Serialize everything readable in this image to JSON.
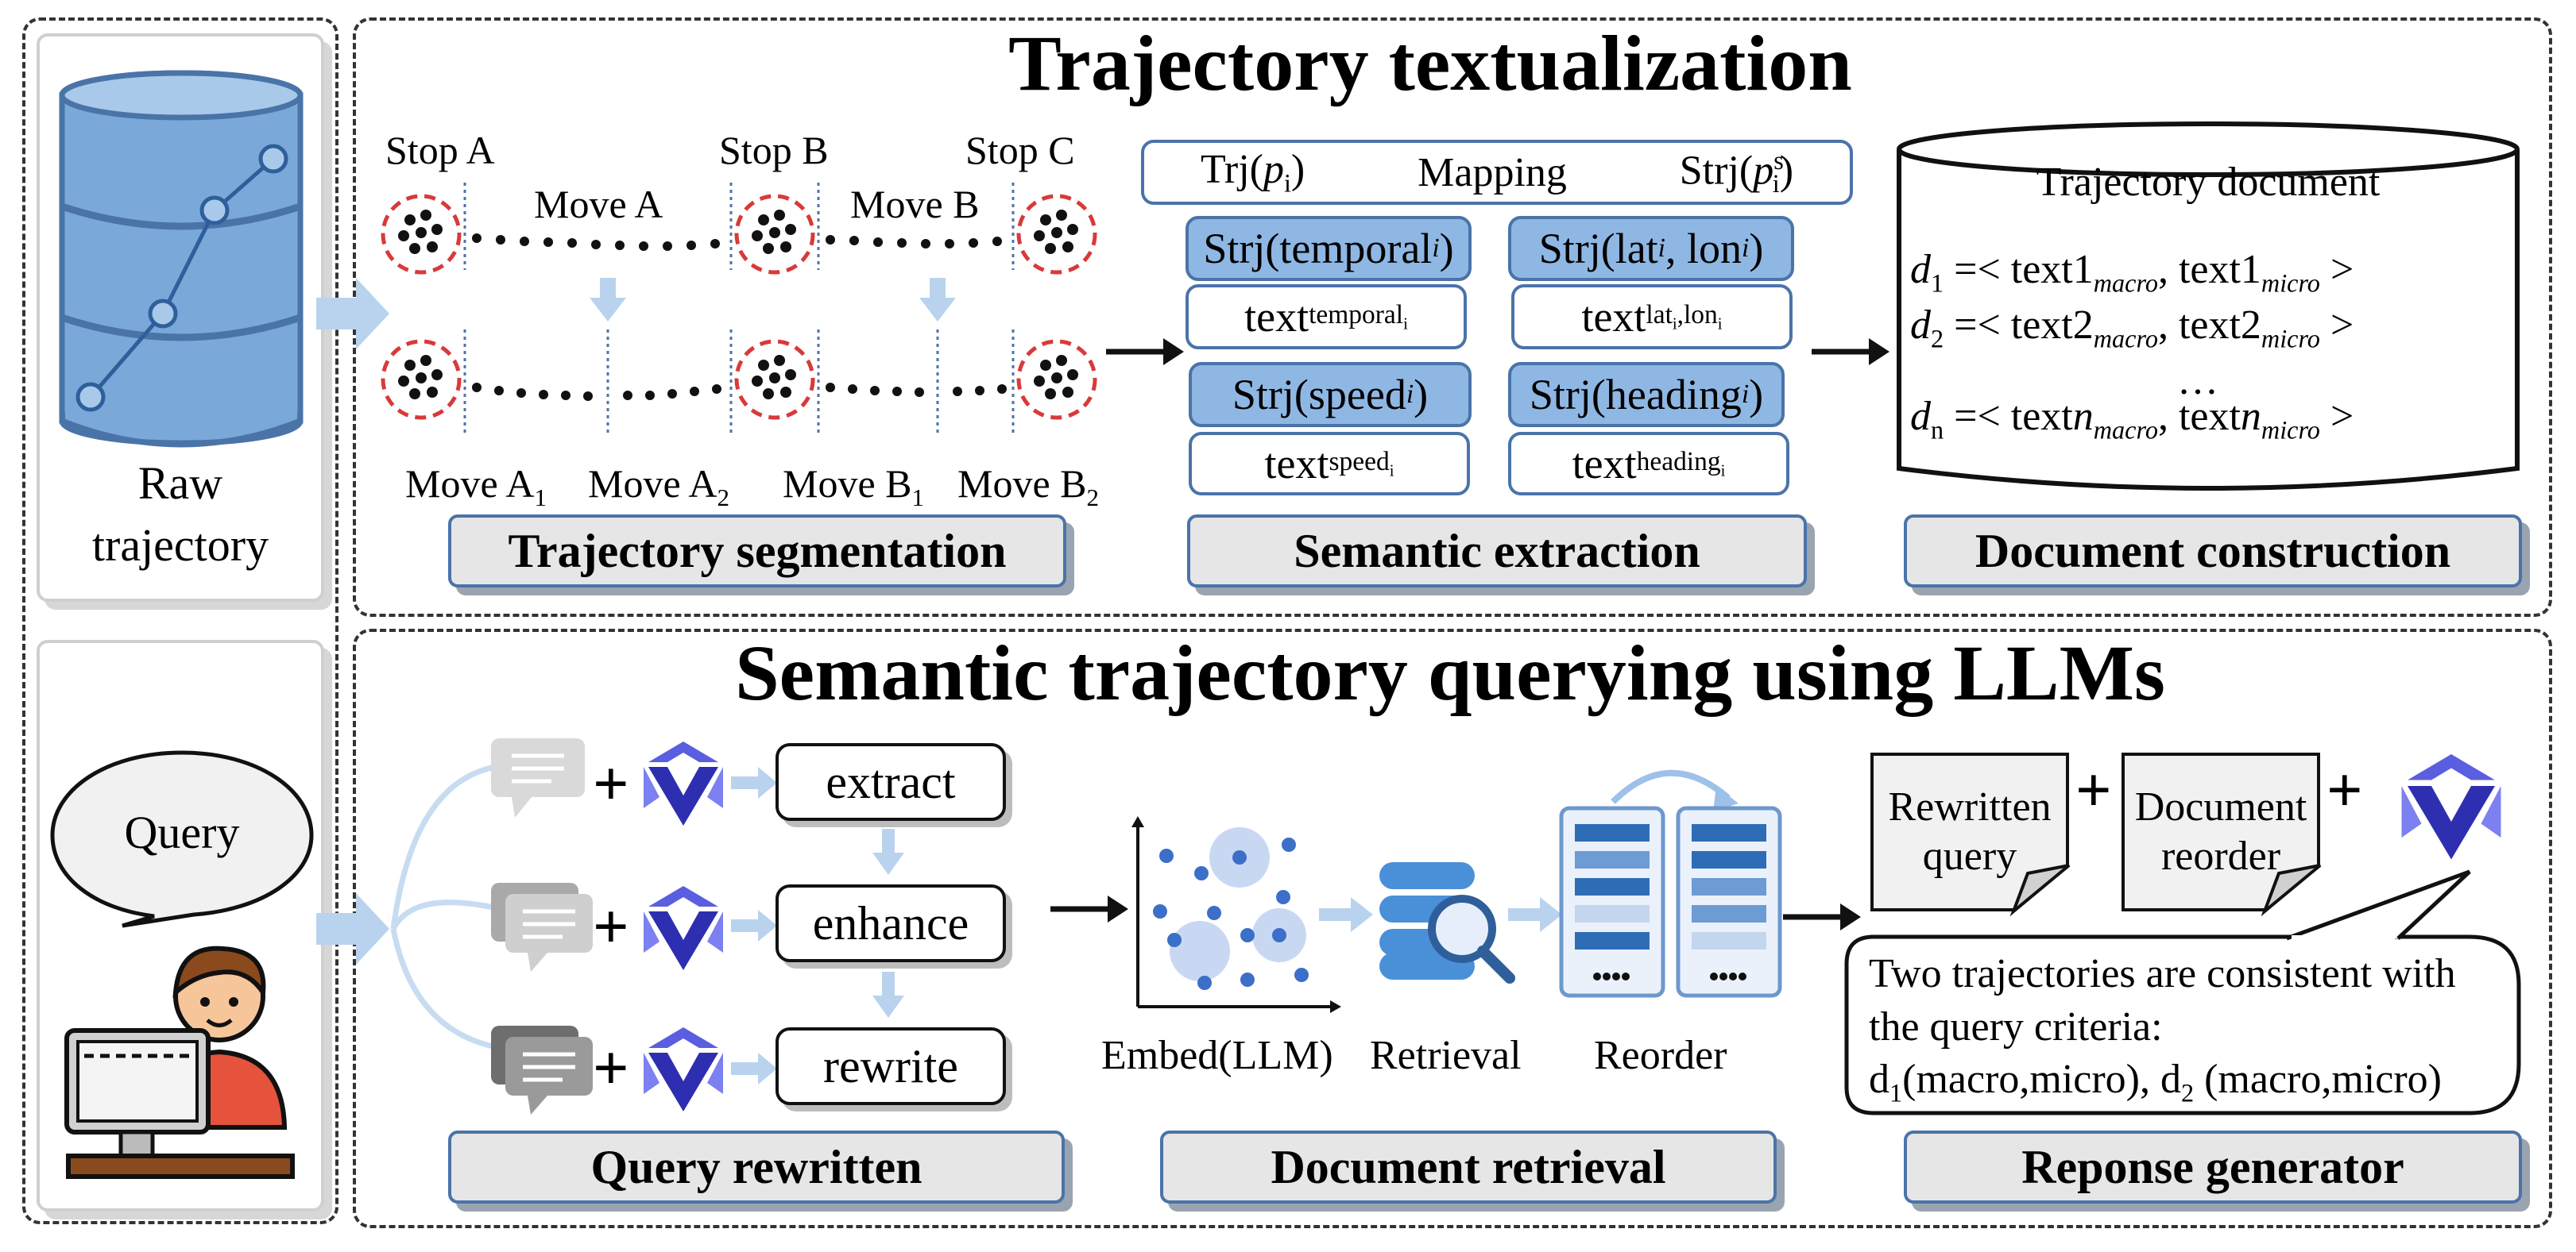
{
  "sections": {
    "top_title": "Trajectory textualization",
    "bottom_title": "Semantic trajectory querying using LLMs"
  },
  "left_panel": {
    "raw_label_line1": "Raw",
    "raw_label_line2": "trajectory",
    "query_bubble": "Query"
  },
  "segmentation": {
    "stops": [
      "Stop A",
      "Stop B",
      "Stop C"
    ],
    "moves_top": [
      "Move A",
      "Move B"
    ],
    "moves_bottom": [
      {
        "base": "Move A",
        "sub": "1"
      },
      {
        "base": "Move A",
        "sub": "2"
      },
      {
        "base": "Move B",
        "sub": "1"
      },
      {
        "base": "Move B",
        "sub": "2"
      }
    ],
    "label": "Trajectory segmentation"
  },
  "semantic": {
    "mapping_left": "Trj(",
    "mapping_left_var": "p",
    "mapping_left_sub": "i",
    "mapping_mid": "Mapping",
    "mapping_right": "Strj(",
    "mapping_right_var": "p",
    "mapping_right_sub": "i",
    "mapping_right_sup": "s",
    "strj_temporal": "Strj(temporal",
    "strj_latlon": "Strj(lat",
    "strj_latlon_2": ", lon",
    "strj_speed": "Strj(speed",
    "strj_heading": "Strj(heading",
    "i": "i",
    "text_base": "text",
    "sub_temporal": "temporal",
    "sub_latlon": "lat",
    "sub_latlon_2": ",lon",
    "sub_speed": "speed",
    "sub_heading": "heading",
    "label": "Semantic extraction"
  },
  "document": {
    "title": "Trajectory document",
    "rows": [
      {
        "d": "d",
        "dsub": "1",
        "text_a": "text1",
        "sub_a": "macro",
        "text_b": "text1",
        "sub_b": "micro"
      },
      {
        "d": "d",
        "dsub": "2",
        "text_a": "text2",
        "sub_a": "macro",
        "text_b": "text2",
        "sub_b": "micro"
      },
      {
        "d": "d",
        "dsub": "n",
        "text_a": "text",
        "text_a_var": "n",
        "sub_a": "macro",
        "text_b": "text",
        "text_b_var": "n",
        "sub_b": "micro"
      }
    ],
    "ellipsis": "…",
    "label": "Document  construction"
  },
  "query_rewritten": {
    "ops": [
      "extract",
      "enhance",
      "rewrite"
    ],
    "label": "Query rewritten"
  },
  "retrieval": {
    "captions": [
      "Embed(LLM)",
      "Retrieval",
      "Reorder"
    ],
    "label": "Document retrieval"
  },
  "response": {
    "note1_line1": "Rewritten",
    "note1_line2": "query",
    "note2_line1": "Document",
    "note2_line2": "reorder",
    "answer_line1": "Two trajectories are consistent with",
    "answer_line2": "the query criteria:",
    "answer_line3_a": "d",
    "answer_line3_a_sub": "1",
    "answer_line3_b": "(macro,micro), d",
    "answer_line3_b_sub": "2",
    "answer_line3_c": " (macro,micro)",
    "label": "Reponse generator"
  },
  "colors": {
    "accent_blue": "#4a74a8",
    "fill_blue": "#8fb7e3",
    "stop_circle": "#d83a3a",
    "llm_icon": "#3b3fcc"
  },
  "icons": [
    "database-icon",
    "chat-icon",
    "llm-logo-icon",
    "scatter-embed-icon",
    "database-search-icon",
    "reorder-list-icon",
    "user-computer-icon"
  ]
}
